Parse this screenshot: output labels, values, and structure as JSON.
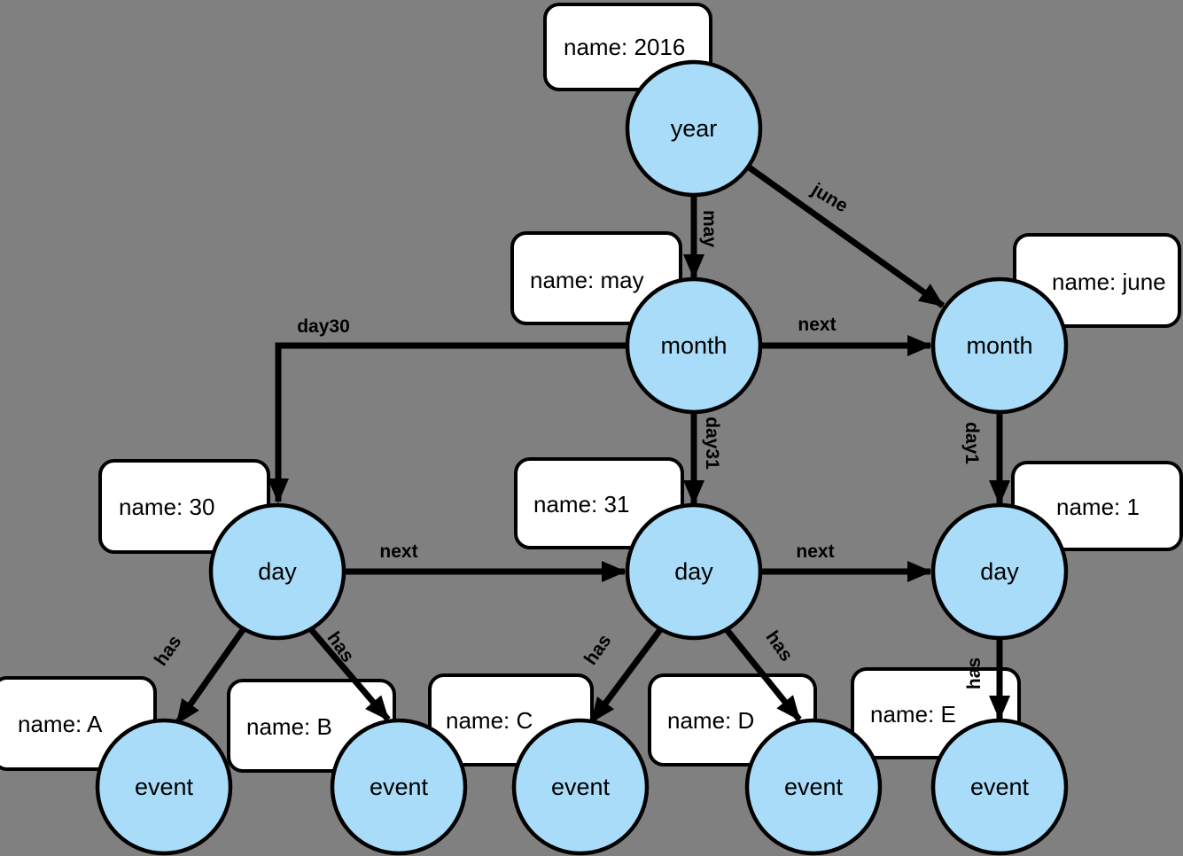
{
  "diagram": {
    "description": "calendar graph: year linked to months, months to days, days to events",
    "colors": {
      "background": "#808080",
      "node_fill": "#a8dcf8",
      "node_stroke": "#000000",
      "box_fill": "#ffffff",
      "edge_color": "#000000"
    },
    "nodes": [
      {
        "id": "year",
        "label": "year"
      },
      {
        "id": "month-may",
        "label": "month"
      },
      {
        "id": "month-june",
        "label": "month"
      },
      {
        "id": "day-30",
        "label": "day"
      },
      {
        "id": "day-31",
        "label": "day"
      },
      {
        "id": "day-1",
        "label": "day"
      },
      {
        "id": "event-a",
        "label": "event"
      },
      {
        "id": "event-b",
        "label": "event"
      },
      {
        "id": "event-c",
        "label": "event"
      },
      {
        "id": "event-d",
        "label": "event"
      },
      {
        "id": "event-e",
        "label": "event"
      }
    ],
    "properties": [
      {
        "for": "year",
        "text": "name: 2016"
      },
      {
        "for": "month-may",
        "text": "name: may"
      },
      {
        "for": "month-june",
        "text": "name: june"
      },
      {
        "for": "day-30",
        "text": "name: 30"
      },
      {
        "for": "day-31",
        "text": "name: 31"
      },
      {
        "for": "day-1",
        "text": "name: 1"
      },
      {
        "for": "event-a",
        "text": "name: A"
      },
      {
        "for": "event-b",
        "text": "name: B"
      },
      {
        "for": "event-c",
        "text": "name: C"
      },
      {
        "for": "event-d",
        "text": "name: D"
      },
      {
        "for": "event-e",
        "text": "name: E"
      }
    ],
    "edges": [
      {
        "from": "year",
        "to": "month-may",
        "label": "may"
      },
      {
        "from": "year",
        "to": "month-june",
        "label": "june"
      },
      {
        "from": "month-may",
        "to": "month-june",
        "label": "next"
      },
      {
        "from": "month-may",
        "to": "day-30",
        "label": "day30"
      },
      {
        "from": "month-may",
        "to": "day-31",
        "label": "day31"
      },
      {
        "from": "month-june",
        "to": "day-1",
        "label": "day1"
      },
      {
        "from": "day-30",
        "to": "day-31",
        "label": "next"
      },
      {
        "from": "day-31",
        "to": "day-1",
        "label": "next"
      },
      {
        "from": "day-30",
        "to": "event-a",
        "label": "has"
      },
      {
        "from": "day-30",
        "to": "event-b",
        "label": "has"
      },
      {
        "from": "day-31",
        "to": "event-c",
        "label": "has"
      },
      {
        "from": "day-31",
        "to": "event-d",
        "label": "has"
      },
      {
        "from": "day-1",
        "to": "event-e",
        "label": "has"
      }
    ]
  }
}
